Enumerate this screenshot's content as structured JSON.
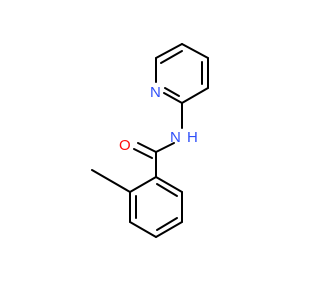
{
  "molecule": {
    "colors": {
      "bond": "#000000",
      "N": "#3050F8",
      "O": "#FF0D0D",
      "background": "#ffffff"
    },
    "atoms": {
      "n_pyridine": {
        "element": "N",
        "label": "N"
      },
      "n_amide": {
        "element": "N",
        "label": "N",
        "hydrogen": "H"
      },
      "o_carbonyl": {
        "element": "O",
        "label": "O"
      }
    }
  }
}
